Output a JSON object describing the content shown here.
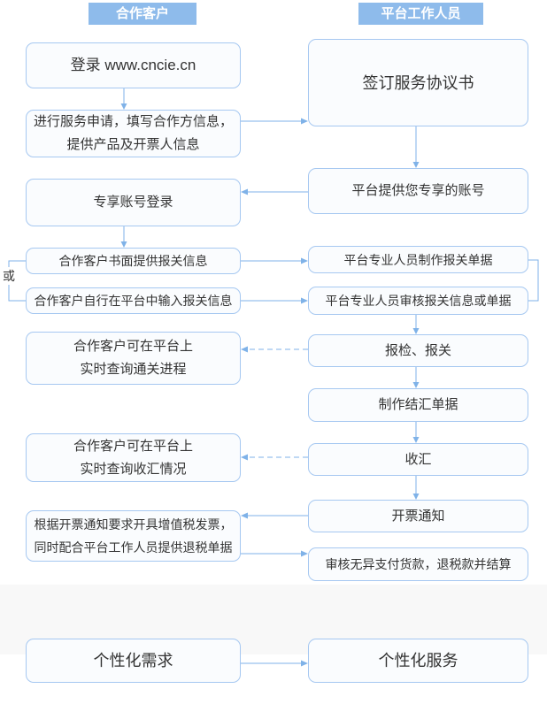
{
  "colors": {
    "badge_bg": "#8ebbeb",
    "box_border": "#a6c8f1",
    "box_fill": "#fafcfe",
    "line_color": "#7fb2e8",
    "text_color": "#333333",
    "band_bg": "#f8f8f8",
    "badge_text": "#ffffff"
  },
  "lanes": {
    "customer": "合作客户",
    "staff": "平台工作人员"
  },
  "or_label": "或",
  "nodes": {
    "login": "登录 www.cncie.cn",
    "service_application": "进行服务申请，填写合作方信息，\n提供产品及开票人信息",
    "account_login": "专享账号登录",
    "written_info": "合作客户书面提供报关信息",
    "self_input_info": "合作客户自行在平台中输入报关信息",
    "track_customs": "合作客户可在平台上\n实时查询通关进程",
    "track_forex": "合作客户可在平台上\n实时查询收汇情况",
    "vat_invoice": "根据开票通知要求开具增值税发票，\n同时配合平台工作人员提供退税单据",
    "custom_needs": "个性化需求",
    "sign_agreement": "签订服务协议书",
    "provide_account": "平台提供您专享的账号",
    "make_docs": "平台专业人员制作报关单据",
    "review_docs": "平台专业人员审核报关信息或单据",
    "declaration": "报检、报关",
    "settlement_docs": "制作结汇单据",
    "receive_forex": "收汇",
    "invoice_notice": "开票通知",
    "pay_settle": "审核无异支付货款，退税款并结算",
    "custom_service": "个性化服务"
  }
}
